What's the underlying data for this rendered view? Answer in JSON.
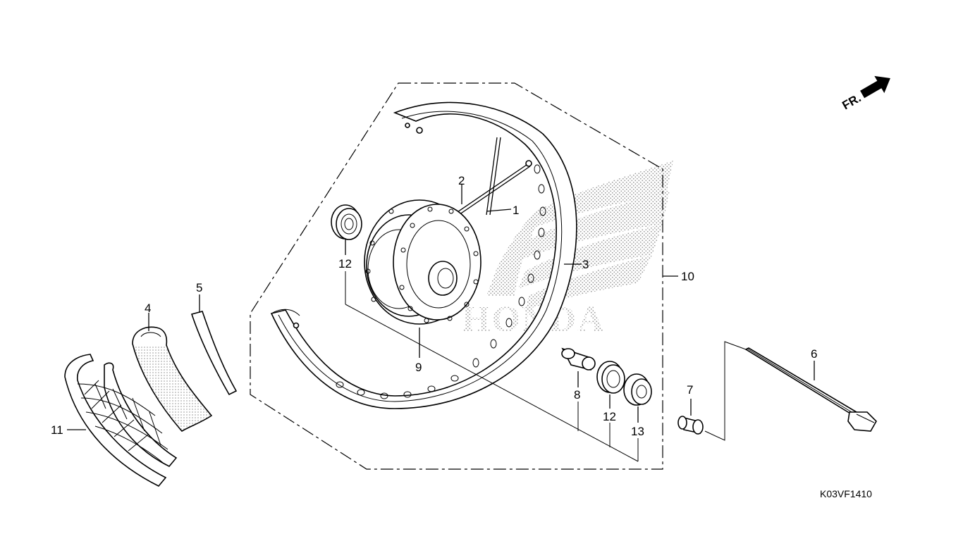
{
  "diagram": {
    "parts": [
      {
        "id": "1",
        "label": "1"
      },
      {
        "id": "2",
        "label": "2"
      },
      {
        "id": "3",
        "label": "3"
      },
      {
        "id": "4",
        "label": "4"
      },
      {
        "id": "5",
        "label": "5"
      },
      {
        "id": "6",
        "label": "6"
      },
      {
        "id": "7",
        "label": "7"
      },
      {
        "id": "8",
        "label": "8"
      },
      {
        "id": "9",
        "label": "9"
      },
      {
        "id": "10",
        "label": "10"
      },
      {
        "id": "11",
        "label": "11"
      },
      {
        "id": "12a",
        "label": "12"
      },
      {
        "id": "12b",
        "label": "12"
      },
      {
        "id": "13",
        "label": "13"
      }
    ],
    "watermark": "HONDA",
    "direction_label": "FR.",
    "diagram_code": "K03VF1410"
  }
}
